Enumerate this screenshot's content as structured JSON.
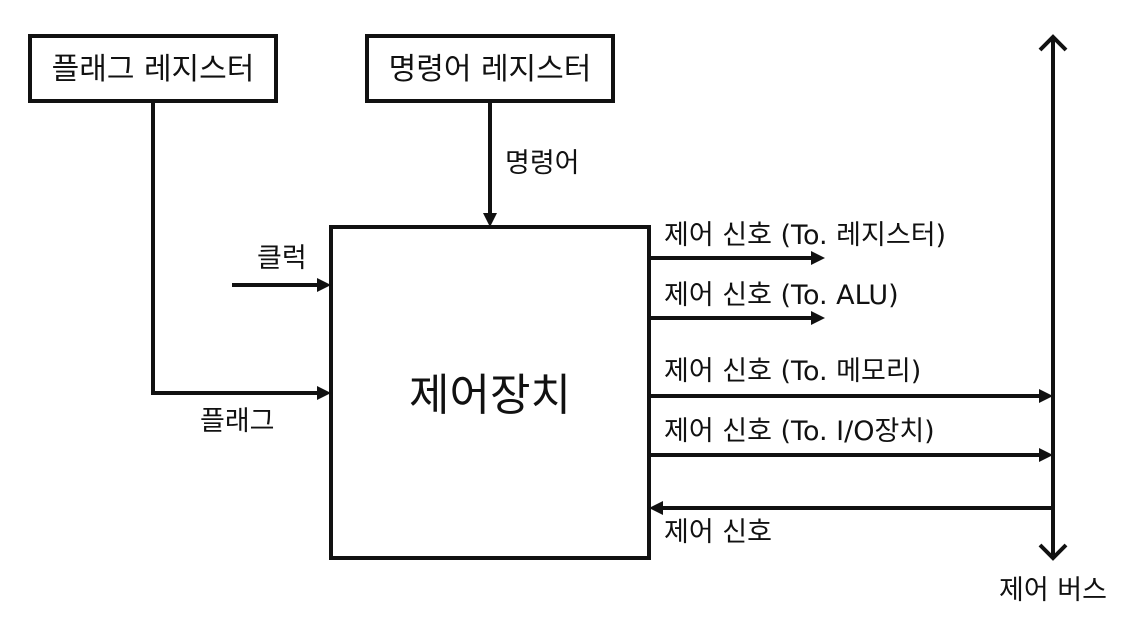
{
  "blocks": {
    "flag_register": "플래그 레지스터",
    "instruction_register": "명령어 레지스터",
    "control_unit": "제어장치"
  },
  "inputs": {
    "instruction": "명령어",
    "clock": "클럭",
    "flag": "플래그"
  },
  "outputs": {
    "to_register": "제어 신호 (To. 레지스터)",
    "to_alu": "제어 신호 (To. ALU)",
    "to_memory": "제어 신호 (To. 메모리)",
    "to_io": "제어 신호 (To. I/O장치)",
    "from_bus": "제어 신호"
  },
  "bus": {
    "label": "제어 버스"
  }
}
